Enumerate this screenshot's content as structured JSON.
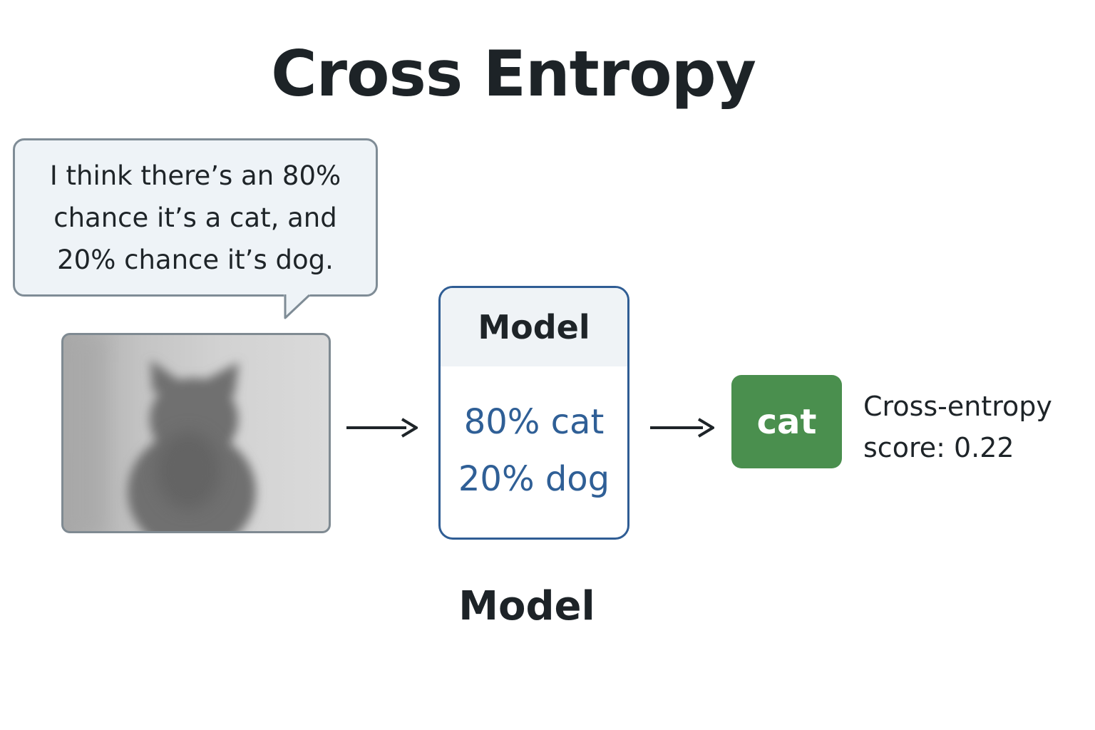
{
  "title": "Cross Entropy",
  "speech_bubble": {
    "text": "I think there’s an 80%\nchance it’s a cat, and\n20% chance it’s dog."
  },
  "input_image": {
    "subject": "blurred cat photo"
  },
  "model_box": {
    "header": "Model",
    "probabilities": [
      "80% cat",
      "20% dog"
    ]
  },
  "output": {
    "label": "cat",
    "score_text": "Cross-entropy\nscore: 0.22"
  },
  "caption": "Model",
  "colors": {
    "accent_blue": "#2f5d94",
    "result_green": "#4a8f4e",
    "bubble_fill": "#eef3f7"
  }
}
